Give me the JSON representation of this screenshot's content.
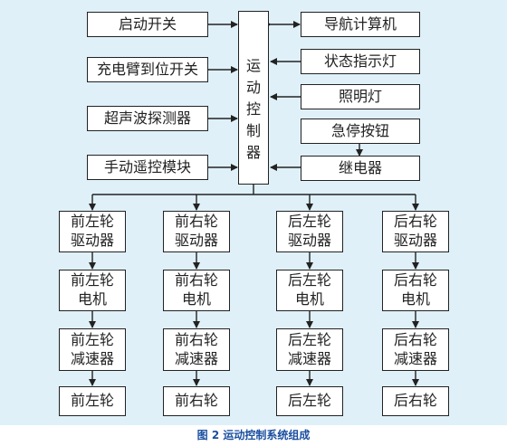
{
  "inputs": [
    "启动开关",
    "充电臂到位开关",
    "超声波探测器",
    "手动遥控模块"
  ],
  "controller": [
    "运",
    "动",
    "控",
    "制",
    "器"
  ],
  "outputs": [
    "导航计算机",
    "状态指示灯",
    "照明灯"
  ],
  "estop": "急停按钮",
  "relay": "继电器",
  "wheels": [
    {
      "drive": [
        "前左轮",
        "驱动器"
      ],
      "motor": [
        "前左轮",
        "电机"
      ],
      "reducer": [
        "前左轮",
        "减速器"
      ],
      "wheel": "前左轮"
    },
    {
      "drive": [
        "前右轮",
        "驱动器"
      ],
      "motor": [
        "前右轮",
        "电机"
      ],
      "reducer": [
        "前右轮",
        "减速器"
      ],
      "wheel": "前右轮"
    },
    {
      "drive": [
        "后左轮",
        "驱动器"
      ],
      "motor": [
        "后左轮",
        "电机"
      ],
      "reducer": [
        "后左轮",
        "减速器"
      ],
      "wheel": "后左轮"
    },
    {
      "drive": [
        "后右轮",
        "驱动器"
      ],
      "motor": [
        "后右轮",
        "电机"
      ],
      "reducer": [
        "后右轮",
        "减速器"
      ],
      "wheel": "后右轮"
    }
  ],
  "caption": "图 2 运动控制系统组成"
}
